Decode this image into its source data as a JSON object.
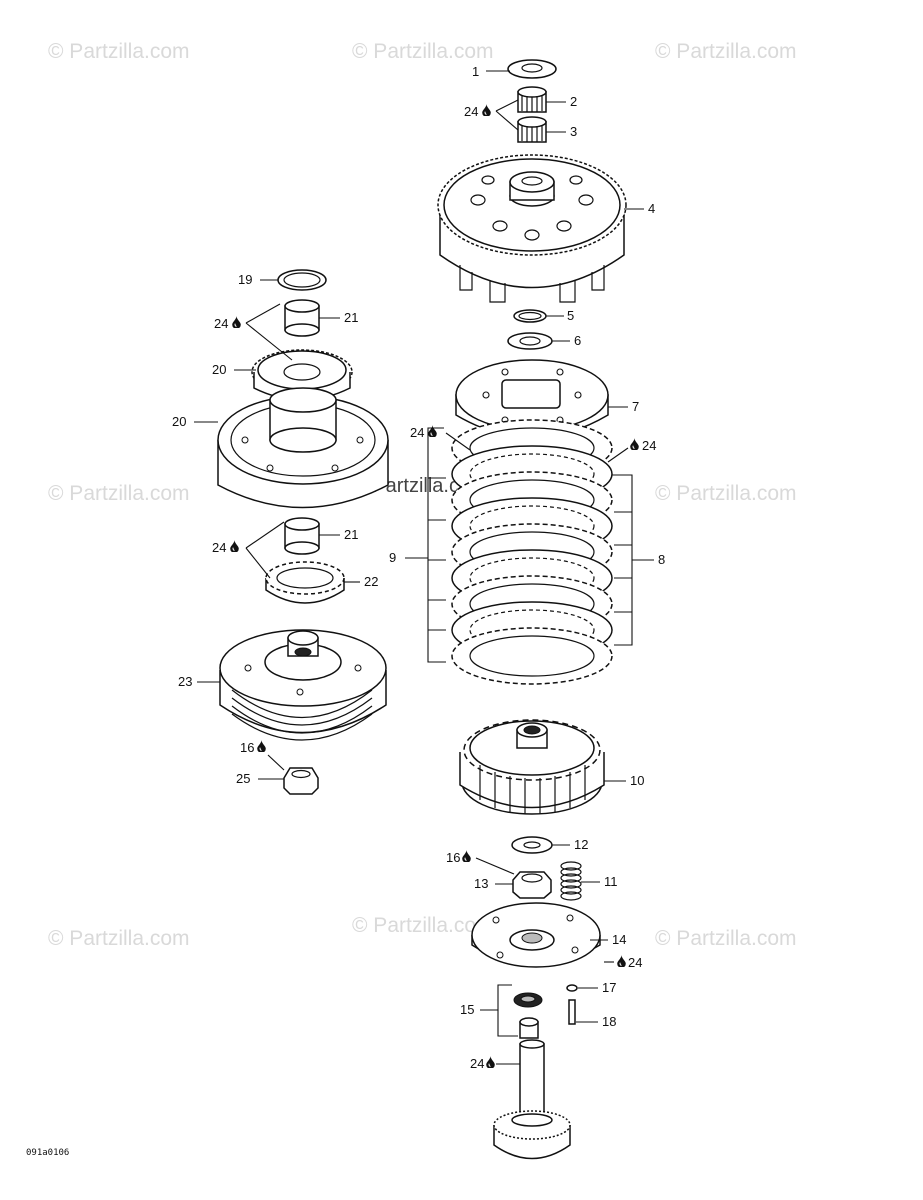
{
  "watermark": "© Partzilla.com",
  "diagram_code": "091a0106",
  "callouts": {
    "c1": "1",
    "c2": "2",
    "c3": "3",
    "c4": "4",
    "c5": "5",
    "c6": "6",
    "c7": "7",
    "c8": "8",
    "c9": "9",
    "c10": "10",
    "c11": "11",
    "c12": "12",
    "c13": "13",
    "c14": "14",
    "c15": "15",
    "c17": "17",
    "c18": "18",
    "c19": "19",
    "c20a": "20",
    "c20b": "20",
    "c21a": "21",
    "c21b": "21",
    "c22": "22",
    "c23": "23",
    "c25": "25",
    "c24_1": "24",
    "c24_2": "24",
    "c24_3": "24",
    "c24_4": "24",
    "c24_5": "24",
    "c24_6": "24",
    "c24_7": "24",
    "c16_1": "16",
    "c16_2": "16"
  },
  "icons": {
    "lubricant": "oil-drop-icon"
  }
}
